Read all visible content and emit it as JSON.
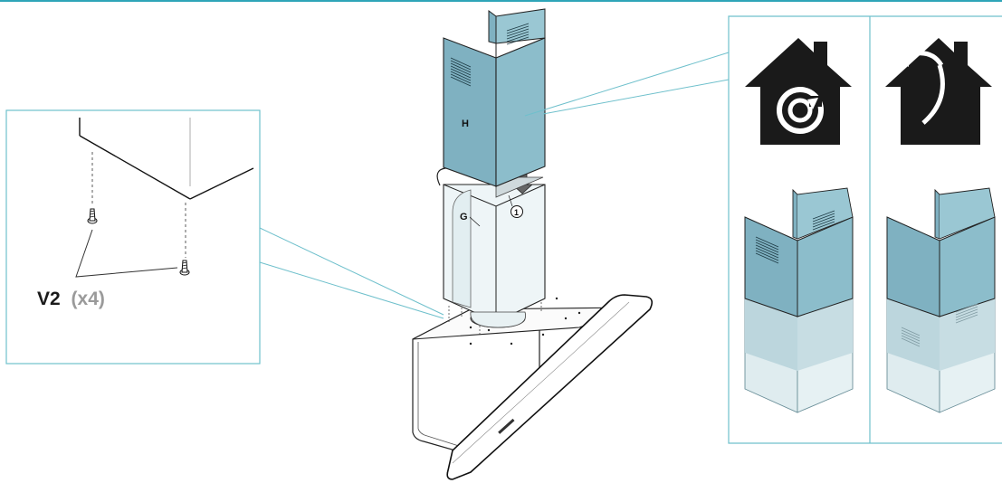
{
  "labels": {
    "part_h": "H",
    "part_g": "G",
    "step_1": "1",
    "screw_code": "V2",
    "screw_qty": "(x4)"
  },
  "colors": {
    "accent_line": "#2ea5b8",
    "chimney_blue": "#7fb1c1",
    "chimney_light": "#bcd6dd",
    "chimney_pale": "#dfecef",
    "icon_black": "#1a1a1a",
    "screw_qty_grey": "#9a9a9a"
  },
  "icons": {
    "recirculation": "house-recirculation-icon",
    "extraction": "house-extraction-icon"
  }
}
